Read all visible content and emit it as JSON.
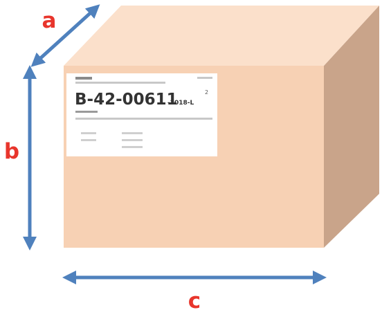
{
  "colors": {
    "box_front": "#f7d1b4",
    "box_top": "#fbe0cb",
    "box_side": "#c9a48a",
    "arrow": "#4f81bd",
    "dimension_label": "#e8352c",
    "label_sheet": "#ffffff",
    "label_text": "#333333"
  },
  "dimensions": {
    "a": "a",
    "b": "b",
    "c": "c"
  },
  "shipping_label": {
    "number": "B-42-00611",
    "suffix": "-2018-L"
  }
}
